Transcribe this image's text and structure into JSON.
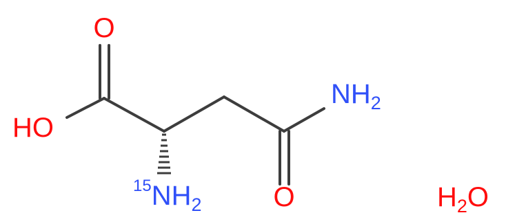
{
  "colors": {
    "bond": "#3d3d3d",
    "oxygen": "#ff0d0d",
    "nitrogen": "#3050f8"
  },
  "atoms": {
    "carbonyl_o_acid": {
      "symbol": "O"
    },
    "hydroxyl": {
      "symbol": "HO"
    },
    "amide_n": {
      "symbol": "N",
      "hydrogen": "H",
      "h_count": "2"
    },
    "amine_n": {
      "isotope": "15",
      "symbol": "N",
      "hydrogen": "H",
      "h_count": "2"
    },
    "amide_o": {
      "symbol": "O"
    }
  },
  "water": {
    "symbol_h": "H",
    "h_count": "2",
    "symbol_o": "O"
  }
}
